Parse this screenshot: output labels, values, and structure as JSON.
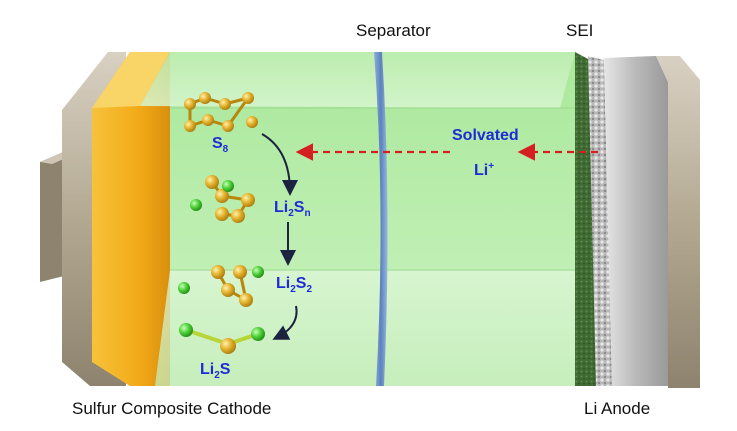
{
  "labels": {
    "separator": "Separator",
    "sei": "SEI",
    "cathode": "Sulfur Composite Cathode",
    "anode": "Li Anode",
    "solvated": "Solvated"
  },
  "species": {
    "s8": {
      "base": "S",
      "sub": "8"
    },
    "li2sn": {
      "a": "Li",
      "a_sub": "2",
      "b": "S",
      "b_sub": "n"
    },
    "li2s2": {
      "a": "Li",
      "a_sub": "2",
      "b": "S",
      "b_sub": "2"
    },
    "li2s": {
      "a": "Li",
      "a_sub": "2",
      "b": "S"
    },
    "li_ion": {
      "base": "Li",
      "sup": "+"
    }
  },
  "colors": {
    "sulfur": "#e3b22b",
    "lithium": "#4fd13a",
    "label_blue": "#1f2bd9",
    "arrow_red": "#d42020",
    "cathode": "#f3b21f",
    "electrolyte": "#c9f0c0",
    "casing": "#b9b0a2",
    "separator": "#6f93c9"
  }
}
